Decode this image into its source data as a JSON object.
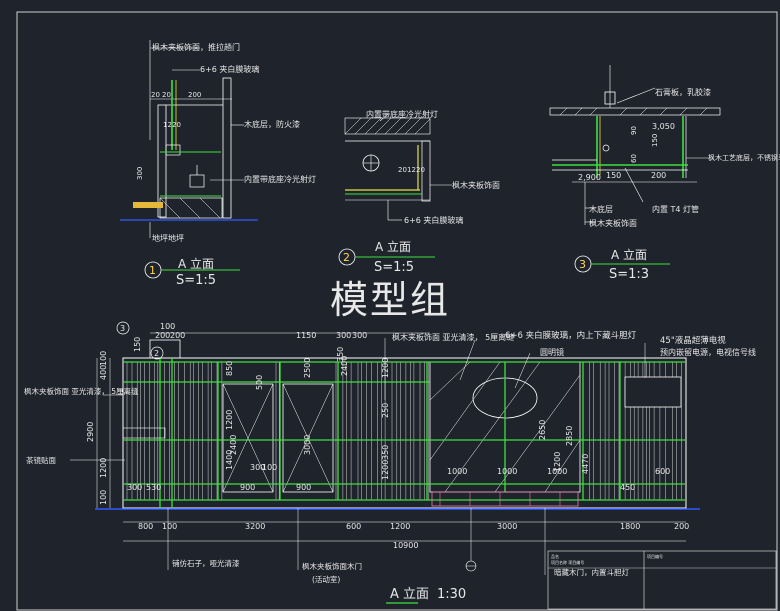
{
  "watermark": "模型组",
  "details": [
    {
      "num": "1",
      "title": "A 立面",
      "scale": "S=1:5"
    },
    {
      "num": "2",
      "title": "A 立面",
      "scale": "S=1:5"
    },
    {
      "num": "3",
      "title": "A 立面",
      "scale": "S=1:3"
    }
  ],
  "d1": {
    "ann_top": "枫木夹板饰面，推拉趟门",
    "ann_glass": "6+6 夹白膜玻璃",
    "dims": [
      "20",
      "20",
      "200",
      "12",
      "20",
      "300"
    ],
    "ann_wood": "木底层，防火漆",
    "ann_light": "内置带底座冷光射灯",
    "ann_floor": "地坪地坪"
  },
  "d2": {
    "ann_light": "内置带底座冷光射灯",
    "dims": [
      "20",
      "12",
      "20"
    ],
    "ann_panel": "枫木夹板饰面",
    "ann_glass": "6+6 夹白膜玻璃"
  },
  "d3": {
    "ann_board": "石膏板，乳胶漆",
    "dims": [
      "3,050",
      "90",
      "150",
      "60",
      "2,900",
      "150",
      "200"
    ],
    "ann_frame": "枫木工艺底层，不锈钢马赛克扣板",
    "ann_wood": "木底层",
    "ann_panel": "枫木夹板饰面",
    "ann_lamp": "内置 T4  灯管"
  },
  "main": {
    "callouts": {
      "c1": "枫木夹板饰面 亚光清漆，  5厘离缝",
      "c2": "枫木夹板饰面 亚光清漆，    5厘离缝",
      "c3": "6+6 夹白膜玻璃，内上下藏斗胆灯",
      "c4": "圆明镜",
      "c5": "45\"液晶超薄电视",
      "c6": "预内嵌留电源，电视信号线",
      "c7": "茶镜贴面",
      "c8": "铺仿石子，哑光清漆",
      "c9": "枫木夹板饰面木门",
      "c10": "(活动室)",
      "c11": "暗藏木门，内置斗胆灯",
      "marker": "3",
      "marker2": "2"
    },
    "top_dims": [
      "100",
      "200",
      "200",
      "1150",
      "300",
      "300"
    ],
    "left_dims": [
      "100",
      "400",
      "2900",
      "1200",
      "100"
    ],
    "inner_dims": [
      "150",
      "850",
      "1200",
      "300",
      "100",
      "1400",
      "500",
      "2400",
      "3000",
      "2500",
      "350",
      "2400",
      "1200",
      "250",
      "350",
      "1200",
      "2650",
      "2850",
      "1000",
      "1000",
      "1000",
      "4470",
      "1200",
      "600",
      "300",
      "530",
      "900",
      "900",
      "450"
    ],
    "bottom_dims": [
      "800",
      "100",
      "3200",
      "600",
      "1200",
      "3000",
      "1800",
      "200"
    ],
    "total": "10900",
    "title": "A 立面",
    "scale": "1:30"
  },
  "title_block": [
    "品名",
    "项目名称 项目编号",
    "项目编号"
  ]
}
